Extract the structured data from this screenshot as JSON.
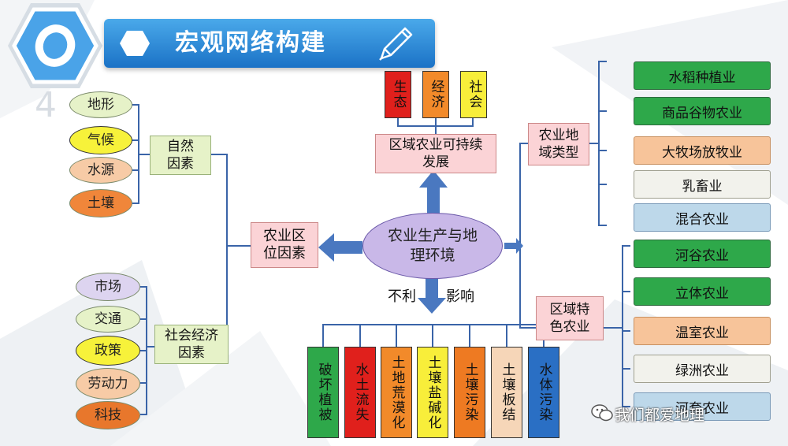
{
  "header": {
    "badge": "O",
    "title": "宏观网络构建",
    "page_number": "4",
    "badge_color": "#4aa3e8"
  },
  "center": {
    "label": "农业生产与地理环境",
    "fill": "#c9b8e8"
  },
  "unfavorable_label": "不利",
  "impact_label": "影响",
  "location_factors": {
    "label": "农业区位因素"
  },
  "natural": {
    "label": "自然因素",
    "items": [
      {
        "label": "地形",
        "color": "#e6f2c8"
      },
      {
        "label": "气候",
        "color": "#f7f23a"
      },
      {
        "label": "水源",
        "color": "#f7cba6"
      },
      {
        "label": "土壤",
        "color": "#f0863a"
      }
    ]
  },
  "socioeconomic": {
    "label": "社会经济因素",
    "items": [
      {
        "label": "市场",
        "color": "#ddd4f0"
      },
      {
        "label": "交通",
        "color": "#e6f2c8"
      },
      {
        "label": "政策",
        "color": "#f7f23a"
      },
      {
        "label": "劳动力",
        "color": "#f7cba6"
      },
      {
        "label": "科技",
        "color": "#e8772c"
      }
    ]
  },
  "sustainable": {
    "label": "区域农业可持续发展",
    "items": [
      {
        "label": "生态",
        "color": "#e0201c"
      },
      {
        "label": "经济",
        "color": "#f28a2a"
      },
      {
        "label": "社会",
        "color": "#f8ee3a"
      }
    ]
  },
  "types": {
    "label": "农业地域类型",
    "items": [
      {
        "label": "水稻种植业",
        "color": "#2ea84a"
      },
      {
        "label": "商品谷物农业",
        "color": "#2ea84a"
      },
      {
        "label": "大牧场放牧业",
        "color": "#f7c49a"
      },
      {
        "label": "乳畜业",
        "color": "#f2f2ec"
      },
      {
        "label": "混合农业",
        "color": "#bdd8ea"
      }
    ]
  },
  "special": {
    "label": "区域特色农业",
    "items": [
      {
        "label": "河谷农业",
        "color": "#2ea84a"
      },
      {
        "label": "立体农业",
        "color": "#2ea84a"
      },
      {
        "label": "温室农业",
        "color": "#f7c49a"
      },
      {
        "label": "绿洲农业",
        "color": "#f2f2ec"
      },
      {
        "label": "河套农业",
        "color": "#bdd8ea"
      }
    ]
  },
  "problems": [
    {
      "label": "破坏植被",
      "color": "#2ea84a"
    },
    {
      "label": "水土流失",
      "color": "#e0201c"
    },
    {
      "label": "土地荒漠化",
      "color": "#f28a2a"
    },
    {
      "label": "土壤盐碱化",
      "color": "#f8ee3a"
    },
    {
      "label": "土壤污染",
      "color": "#ee7a22"
    },
    {
      "label": "土壤板结",
      "color": "#f6d6b8"
    },
    {
      "label": "水体污染",
      "color": "#2a6fc4"
    }
  ],
  "watermark": "我们都爱地理"
}
